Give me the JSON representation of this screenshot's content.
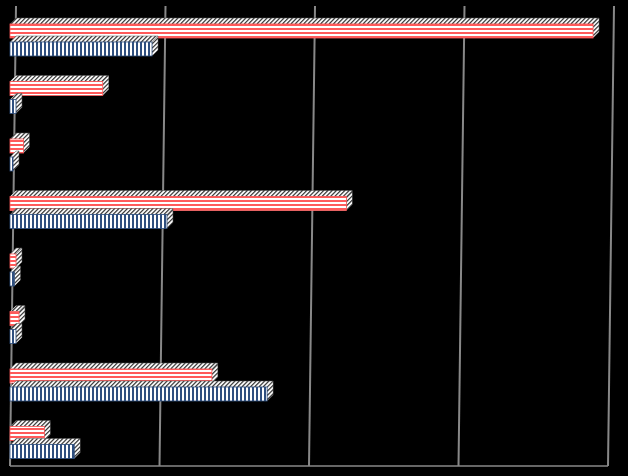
{
  "chart_data": {
    "type": "bar",
    "orientation": "horizontal",
    "categories": [
      "",
      "",
      "",
      "",
      "",
      "",
      "",
      ""
    ],
    "series": [
      {
        "values": [
          3.9,
          0.62,
          0.09,
          2.25,
          0.04,
          0.06,
          1.35,
          0.23
        ]
      },
      {
        "values": [
          0.95,
          0.04,
          0.02,
          1.05,
          0.03,
          0.04,
          1.72,
          0.43
        ]
      }
    ],
    "xlim": [
      0,
      4
    ],
    "grid": true,
    "colors": {
      "series_a_stripe": "#ff5a5a",
      "series_a_base": "#ffffff",
      "series_b_stripe": "#2f4f7f",
      "series_b_base": "#ffffff",
      "axis": "#888888",
      "background": "#000000"
    }
  }
}
